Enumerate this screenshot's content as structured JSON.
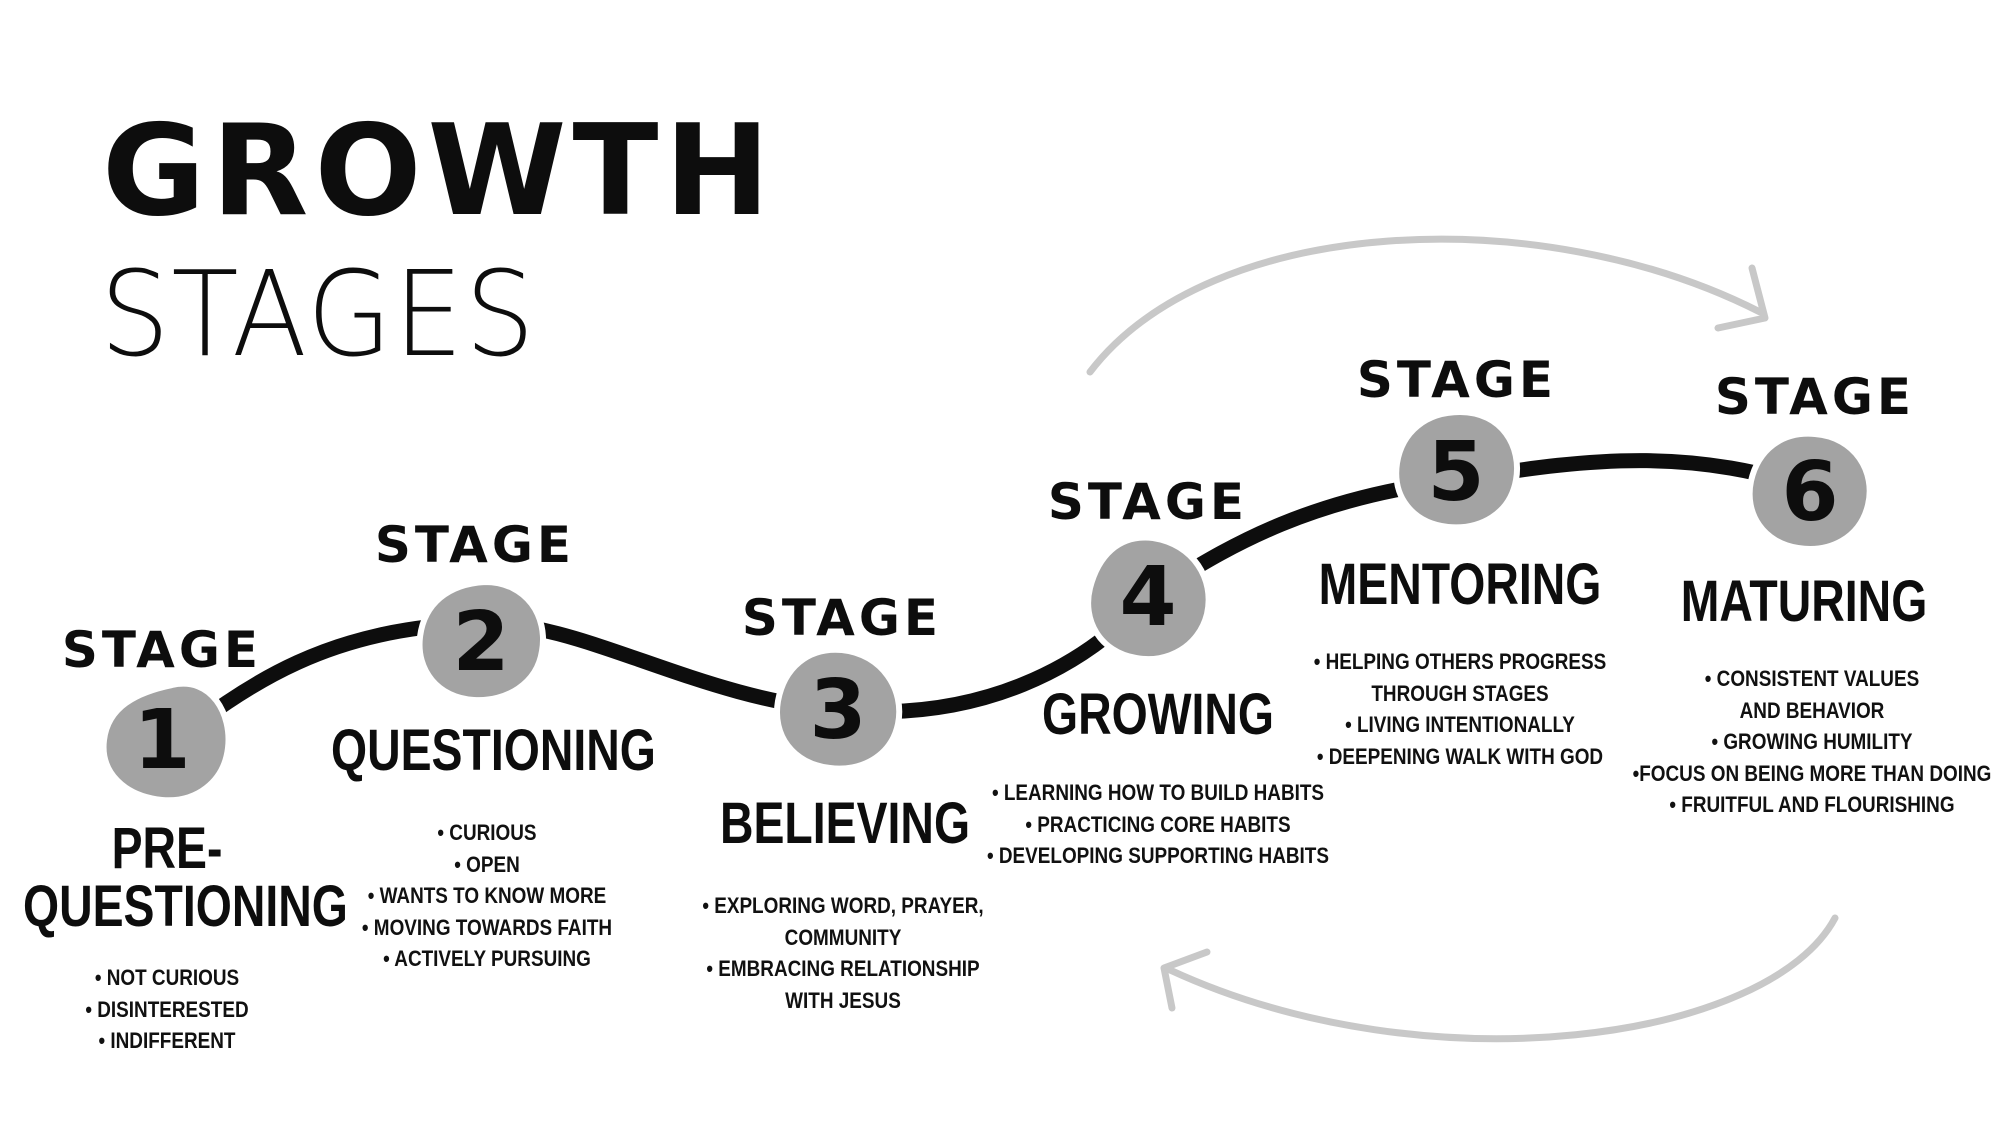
{
  "title": {
    "main": "GROWTH",
    "sub": "STAGES"
  },
  "colors": {
    "ink": "#0d0d0d",
    "node_fill": "#a3a3a3",
    "node_outline": "#ffffff",
    "cycle_arrows": "#c8c8c8",
    "background": "#ffffff"
  },
  "stages": [
    {
      "label": "STAGE",
      "number": "1",
      "name": "PRE-\nQUESTIONING",
      "bullets": [
        "• NOT CURIOUS",
        "• DISINTERESTED",
        "• INDIFFERENT"
      ]
    },
    {
      "label": "STAGE",
      "number": "2",
      "name": "QUESTIONING",
      "bullets": [
        "• CURIOUS",
        "• OPEN",
        "• WANTS TO KNOW MORE",
        "• MOVING TOWARDS FAITH",
        "• ACTIVELY PURSUING"
      ]
    },
    {
      "label": "STAGE",
      "number": "3",
      "name": "BELIEVING",
      "bullets": [
        "• EXPLORING WORD, PRAYER,\nCOMMUNITY",
        "• EMBRACING RELATIONSHIP\nWITH JESUS"
      ]
    },
    {
      "label": "STAGE",
      "number": "4",
      "name": "GROWING",
      "bullets": [
        "• LEARNING HOW TO BUILD HABITS",
        "• PRACTICING CORE HABITS",
        "• DEVELOPING SUPPORTING HABITS"
      ]
    },
    {
      "label": "STAGE",
      "number": "5",
      "name": "MENTORING",
      "bullets": [
        "• HELPING OTHERS PROGRESS\nTHROUGH STAGES",
        "• LIVING INTENTIONALLY",
        "• DEEPENING WALK WITH GOD"
      ]
    },
    {
      "label": "STAGE",
      "number": "6",
      "name": "MATURING",
      "bullets": [
        "• CONSISTENT VALUES\nAND BEHAVIOR",
        "• GROWING HUMILITY",
        "•FOCUS ON BEING MORE THAN DOING",
        "• FRUITFUL AND FLOURISHING"
      ]
    }
  ]
}
